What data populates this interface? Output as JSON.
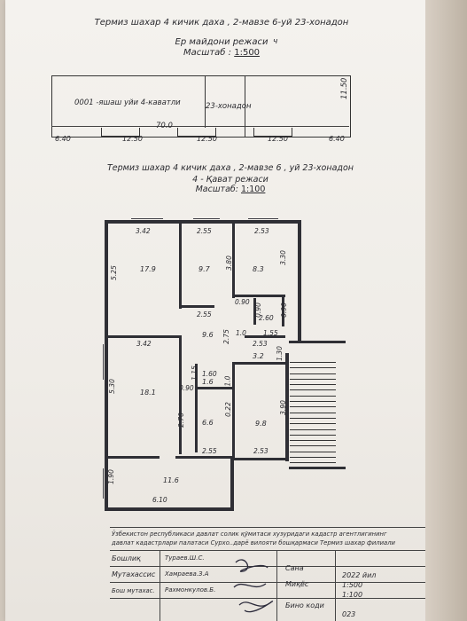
{
  "header": {
    "line1": "Термиз шахар 4 кичик даха , 2-мавзе 6-уй 23-хонадон",
    "line2": "Ер майдони режаси",
    "scale_label": "Масштаб :",
    "scale_value": "1:500",
    "mark": "ч"
  },
  "site_plan": {
    "label_building": "0001 -яшаш уйи 4-каватли",
    "label_apartment": "23-хонадон",
    "dim_total": "70.0",
    "dim_height": "11.50",
    "dims_bottom": [
      "6.40",
      "12.50",
      "12.50",
      "12.50",
      "6.40"
    ]
  },
  "floor_plan": {
    "line1": "Термиз шахар 4 кичик даха , 2-мавзе 6 , уй 23-хонадон",
    "line2": "4 - Қават режаси",
    "scale_label": "Масштаб:",
    "scale_value": "1:100",
    "rooms": {
      "r1": "17.9",
      "r2": "9.7",
      "r3": "8.3",
      "r4": "9.6",
      "r5": "18.1",
      "r6": "3.2",
      "r7": "1.6",
      "r8": "6.6",
      "r9": "9.8",
      "r10": "11.6"
    },
    "dims": {
      "d342a": "3.42",
      "d255a": "2.55",
      "d253a": "2.53",
      "d525": "5.25",
      "d380": "3.80",
      "d330": "3.30",
      "d090a": "0.90",
      "d255b": "2.55",
      "d090b": "0.90",
      "d260": "2.60",
      "d090c": "0.90",
      "d10": "1.0",
      "d155": "1.55",
      "d275": "2.75",
      "d342b": "3.42",
      "d253b": "2.53",
      "d130": "1.30",
      "d530": "5.30",
      "d115": "1.15",
      "d160": "1.60",
      "d090d": "0.90",
      "d10b": "1.0",
      "d390": "3.90",
      "d270": "2.70",
      "d022": "0.22",
      "d190": "1.90",
      "d255c": "2.55",
      "d253c": "2.53",
      "d610": "6.10"
    }
  },
  "footer": {
    "org_line1": "Ўзбекистон республикаси давлат солик қўмитаси хузуридаги кадастр агентлигининг",
    "org_line2": "давлат кадастрлари палатаси Сурхо..дарё вилояти бошқармаси Термиз шахар филиали",
    "r1_label": "Бошлиқ",
    "r1_name": "Тураев.Ш.С.",
    "r2_label": "Мутахассис",
    "r2_name": "Хамраева.З.А",
    "r3_label": "Бош мутахас.",
    "r3_name": "Рахмонкулов.Б.",
    "date_label": "Сана",
    "date_value": "2022 йил",
    "scale_label": "Миқёс",
    "scale_v1": "1:500",
    "scale_v2": "1:100",
    "code_label": "Бино коди",
    "code_value": "023"
  }
}
